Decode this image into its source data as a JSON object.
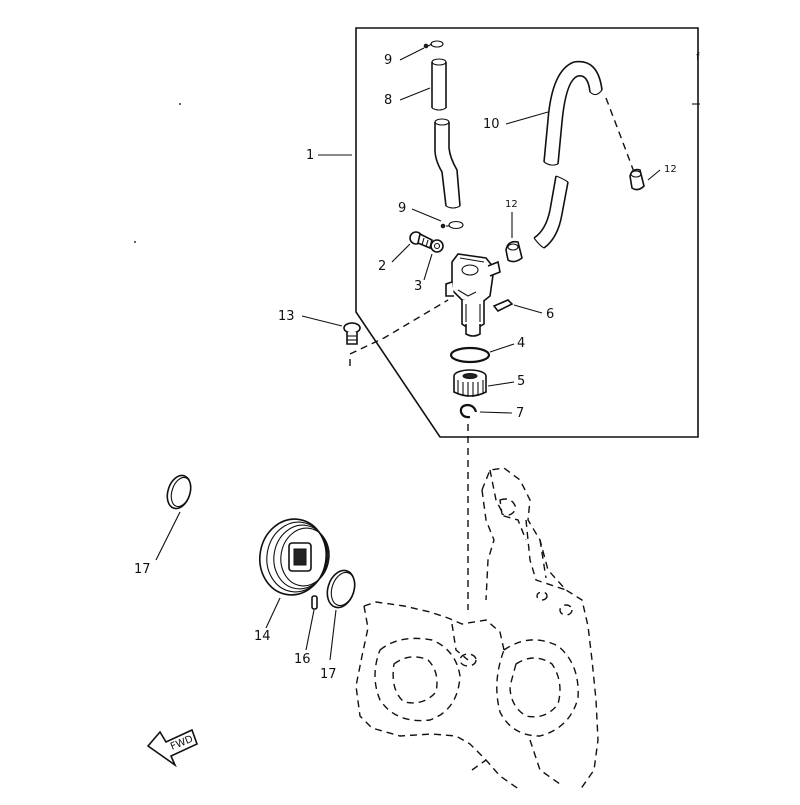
{
  "diagram": {
    "callouts": {
      "c1": "1",
      "c2": "2",
      "c3": "3",
      "c4": "4",
      "c5": "5",
      "c6": "6",
      "c7": "7",
      "c8": "8",
      "c9a": "9",
      "c9b": "9",
      "c10": "10",
      "c12a": "12",
      "c12b": "12",
      "c13": "13",
      "c14": "14",
      "c16": "16",
      "c17a": "17",
      "c17b": "17"
    },
    "fwd_label": "FWD",
    "edge_mark": "f"
  }
}
